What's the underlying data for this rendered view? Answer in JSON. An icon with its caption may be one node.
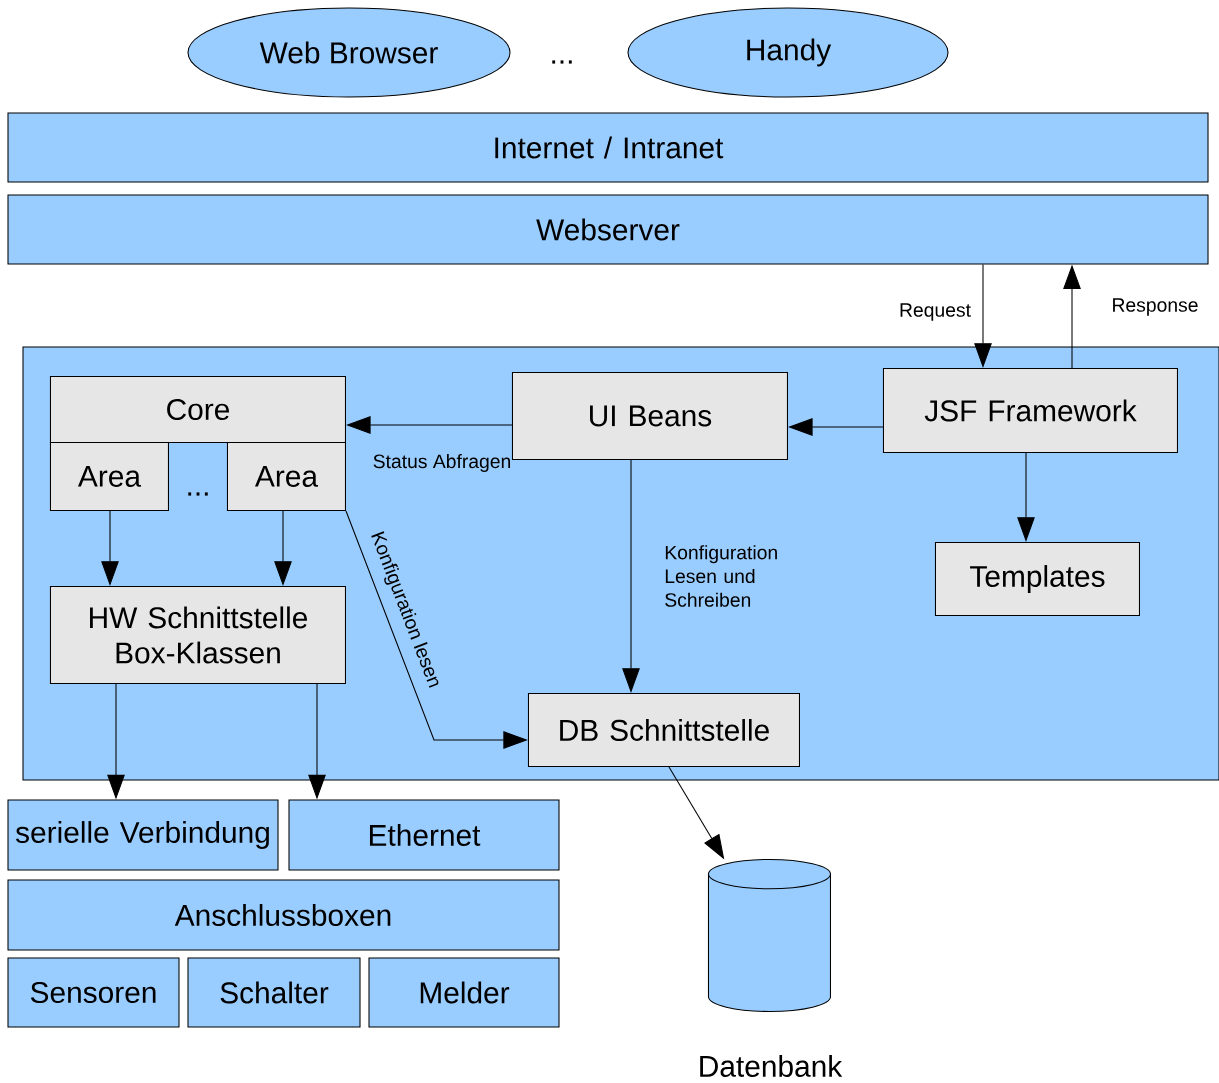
{
  "diagram": {
    "nodes": [
      {
        "text": [
          "Web Browser"
        ]
      },
      {
        "text": [
          "Handy"
        ]
      },
      {
        "text": [
          "Internet / Intranet"
        ]
      },
      {
        "text": [
          "Webserver"
        ]
      },
      {
        "text": [],
        "shape": "box"
      },
      {
        "text": [
          "Core"
        ],
        "in": 4
      },
      {
        "text": [
          "Area"
        ],
        "in": 4
      },
      {
        "text": [
          "Area"
        ],
        "in": 4
      },
      {
        "text": [
          "UI Beans"
        ],
        "in": 4
      },
      {
        "text": [
          "JSF Framework"
        ],
        "in": 4
      },
      {
        "text": [
          "HW Schnittstelle Box-Klassen"
        ],
        "in": 4
      },
      {
        "text": [
          "Templates"
        ],
        "in": 4
      },
      {
        "text": [
          "DB Schnittstelle"
        ],
        "in": 4
      },
      {
        "text": [
          "serielle Verbindung"
        ]
      },
      {
        "text": [
          "Ethernet"
        ]
      },
      {
        "text": [
          "Anschlussboxen"
        ]
      },
      {
        "text": [
          "Sensoren"
        ]
      },
      {
        "text": [
          "Schalter"
        ]
      },
      {
        "text": [
          "Melder"
        ]
      },
      {
        "text": [],
        "shape": "cylinder"
      }
    ],
    "edges": [
      {
        "from": 3,
        "to": 9,
        "arrow": "to",
        "label": "Request"
      },
      {
        "from": 9,
        "to": 3,
        "arrow": "to",
        "label": "Response"
      },
      {
        "from": 9,
        "to": 8,
        "arrow": "to"
      },
      {
        "from": 8,
        "to": 5,
        "arrow": "to",
        "label": "Status Abfragen"
      },
      {
        "from": 9,
        "to": 11,
        "arrow": "to"
      },
      {
        "from": 8,
        "to": 12,
        "arrow": "to",
        "label": "Konfiguration Lesen und Schreiben"
      },
      {
        "from": 7,
        "to": 12,
        "arrow": "to",
        "label": "Konfiguration lesen"
      },
      {
        "from": 6,
        "to": 10,
        "arrow": "to"
      },
      {
        "from": 7,
        "to": 10,
        "arrow": "to"
      },
      {
        "from": 10,
        "to": 13,
        "arrow": "to"
      },
      {
        "from": 10,
        "to": 14,
        "arrow": "to"
      },
      {
        "from": 12,
        "to": 19,
        "arrow": "to"
      }
    ],
    "labels": [
      "...",
      "...",
      "Datenbank"
    ]
  }
}
